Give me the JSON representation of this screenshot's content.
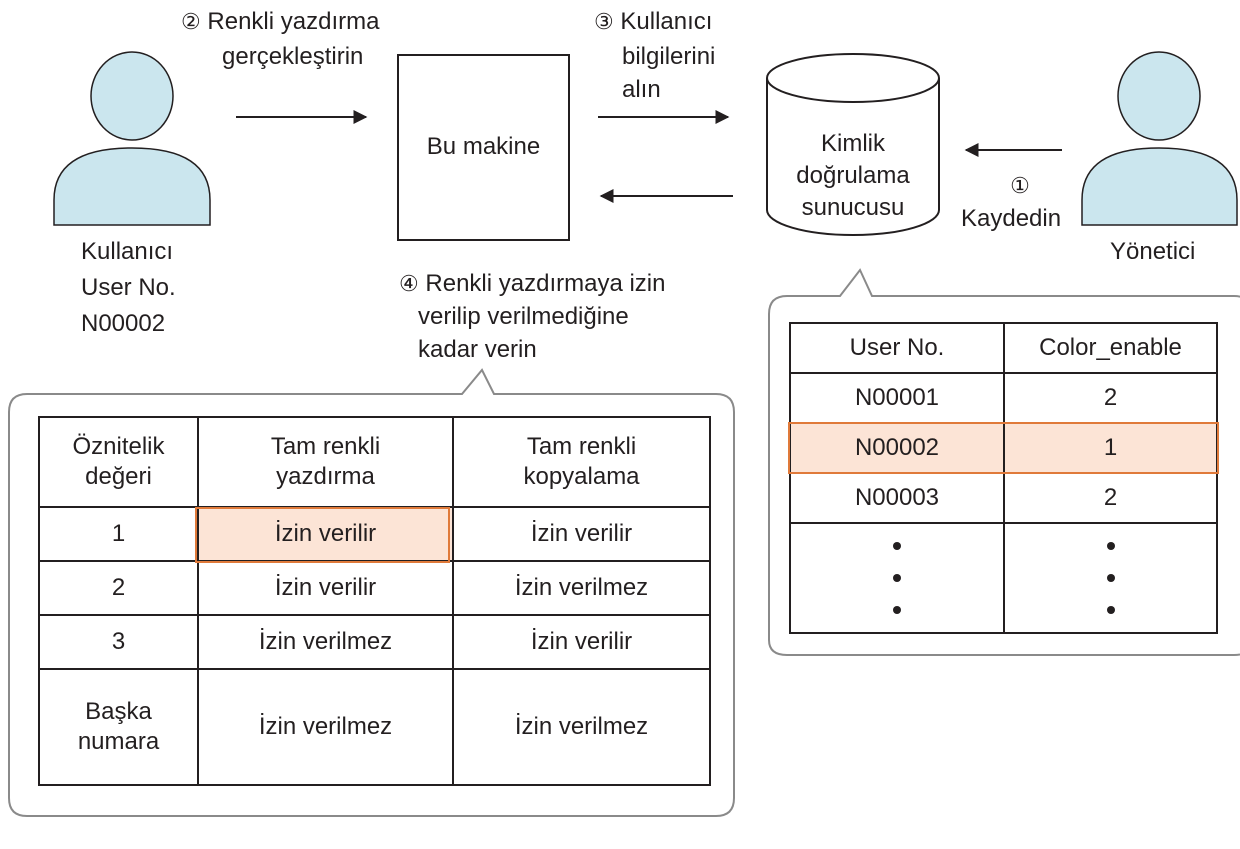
{
  "colors": {
    "person_fill": "#cbe6ee",
    "highlight_fill": "#fce4d6",
    "highlight_border": "#e07a3a",
    "line": "#231f20"
  },
  "icons": {
    "user": "person-icon",
    "admin": "person-icon",
    "server": "database-cylinder-icon"
  },
  "user": {
    "label": "Kullanıcı",
    "number_label": "User No.",
    "number": "N00002"
  },
  "admin": {
    "label": "Yönetici"
  },
  "machine": {
    "label": "Bu makine"
  },
  "server": {
    "line1": "Kimlik",
    "line2": "doğrulama",
    "line3": "sunucusu"
  },
  "steps": {
    "s1": {
      "num": "①",
      "text": "Kaydedin"
    },
    "s2": {
      "num": "②",
      "line1": "Renkli yazdırma",
      "line2": "gerçekleştirin"
    },
    "s3": {
      "num": "③",
      "line1": "Kullanıcı",
      "line2": "bilgilerini",
      "line3": "alın"
    },
    "s4": {
      "num": "④",
      "line1": "Renkli yazdırmaya izin",
      "line2": "verilip verilmediğine",
      "line3": "kadar verin"
    }
  },
  "user_table": {
    "headers": [
      "User No.",
      "Color_enable"
    ],
    "rows": [
      [
        "N00001",
        "2"
      ],
      [
        "N00002",
        "1"
      ],
      [
        "N00003",
        "2"
      ]
    ],
    "highlight_row": 1
  },
  "attr_table": {
    "headers": [
      [
        "Öznitelik",
        "değeri"
      ],
      [
        "Tam renkli",
        "yazdırma"
      ],
      [
        "Tam renkli",
        "kopyalama"
      ]
    ],
    "rows": [
      [
        "1",
        "İzin verilir",
        "İzin verilir"
      ],
      [
        "2",
        "İzin verilir",
        "İzin verilmez"
      ],
      [
        "3",
        "İzin verilmez",
        "İzin verilir"
      ],
      [
        "Başka numara",
        "İzin verilmez",
        "İzin verilmez"
      ]
    ],
    "other_line1": "Başka",
    "other_line2": "numara"
  }
}
